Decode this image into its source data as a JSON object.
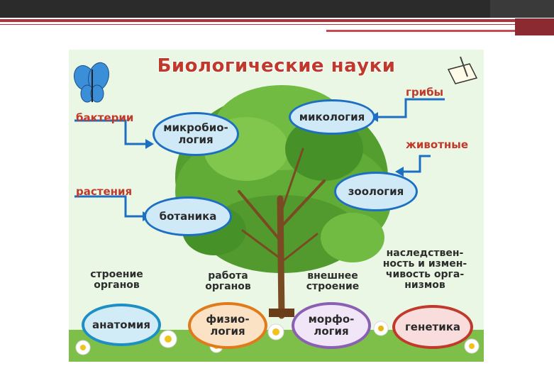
{
  "slide": {
    "title": "Биологические науки"
  },
  "labels": {
    "bacteria": "бактерии",
    "fungi": "грибы",
    "animals": "животные",
    "plants": "растения",
    "organ_structure": "строение органов",
    "organ_work": "работа органов",
    "external_structure": "внешнее строение",
    "heredity": "наследствен- ность и измен- чивость орга- низмов"
  },
  "sciences": {
    "microbiology": "микробио- логия",
    "mycology": "микология",
    "zoology": "зоология",
    "botany": "ботаника",
    "anatomy": "анатомия",
    "physiology": "физио- логия",
    "morphology": "морфо- логия",
    "genetics": "генетика"
  },
  "colors": {
    "title": "#c0392b",
    "arrow": "#1d6fc4",
    "tree_leaf": "#5aa82e",
    "trunk": "#7a4a22"
  }
}
